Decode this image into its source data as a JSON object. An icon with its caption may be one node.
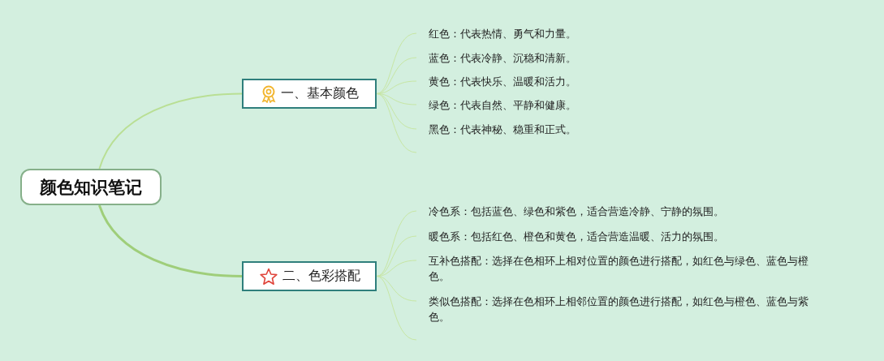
{
  "diagram": {
    "nodes": [
      {
        "text": [
          "颜色知识笔记"
        ]
      },
      {
        "text": [
          "一、基本颜色"
        ]
      },
      {
        "text": [
          "红色：代表热情、勇气和力量。"
        ]
      },
      {
        "text": [
          "蓝色：代表冷静、沉稳和清新。"
        ]
      },
      {
        "text": [
          "黄色：代表快乐、温暖和活力。"
        ]
      },
      {
        "text": [
          "绿色：代表自然、平静和健康。"
        ]
      },
      {
        "text": [
          "黑色：代表神秘、稳重和正式。"
        ]
      },
      {
        "text": [
          "二、色彩搭配"
        ]
      },
      {
        "text": [
          "冷色系：包括蓝色、绿色和紫色，适合营造冷静、宁静的氛围。"
        ]
      },
      {
        "text": [
          "暖色系：包括红色、橙色和黄色，适合营造温暖、活力的氛围。"
        ]
      },
      {
        "text": [
          "互补色搭配：选择在色相环上相对位置的颜色进行搭配，如红色与绿色、蓝色与橙色。"
        ]
      },
      {
        "text": [
          "类似色搭配：选择在色相环上相邻位置的颜色进行搭配，如红色与橙色、蓝色与紫色。"
        ]
      }
    ],
    "edges": [
      {
        "from": 0,
        "to": 1,
        "arrow": "none"
      },
      {
        "from": 0,
        "to": 7,
        "arrow": "none",
        "style": "thick"
      },
      {
        "from": 1,
        "to": 2,
        "arrow": "none"
      },
      {
        "from": 1,
        "to": 3,
        "arrow": "none"
      },
      {
        "from": 1,
        "to": 4,
        "arrow": "none"
      },
      {
        "from": 1,
        "to": 5,
        "arrow": "none"
      },
      {
        "from": 1,
        "to": 6,
        "arrow": "none"
      },
      {
        "from": 1,
        "to": null,
        "arrow": "none"
      },
      {
        "from": 7,
        "to": 8,
        "arrow": "none"
      },
      {
        "from": 7,
        "to": 9,
        "arrow": "none"
      },
      {
        "from": 7,
        "to": 10,
        "arrow": "none"
      },
      {
        "from": 7,
        "to": 11,
        "arrow": "none"
      },
      {
        "from": 7,
        "to": null,
        "arrow": "none"
      }
    ]
  }
}
